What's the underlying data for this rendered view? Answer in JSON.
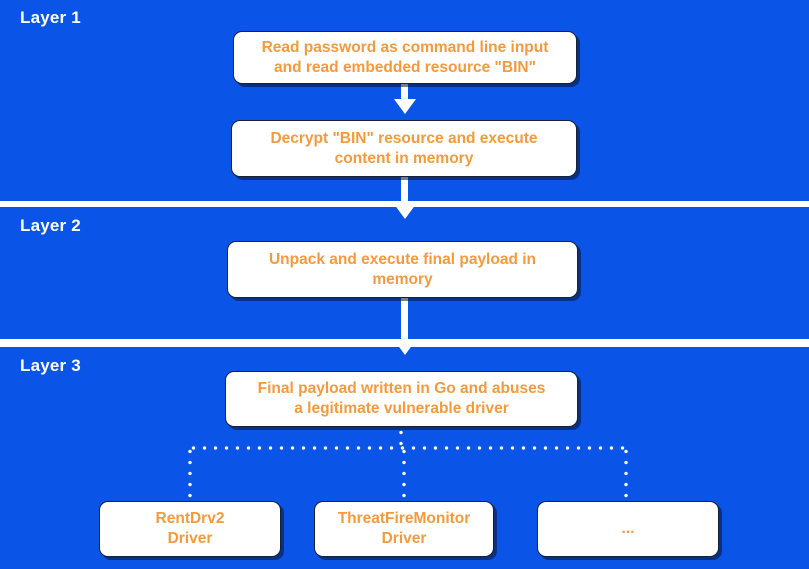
{
  "diagram": {
    "title_color": "#0B54E8",
    "node_text_color": "#F59A3C",
    "connector_color": "#ffffff",
    "layers": [
      {
        "label": "Layer 1"
      },
      {
        "label": "Layer 2"
      },
      {
        "label": "Layer 3"
      }
    ],
    "nodes": {
      "read": "Read password as command line input\nand read embedded resource \"BIN\"",
      "decrypt": "Decrypt \"BIN\" resource and execute\ncontent in memory",
      "unpack": "Unpack and execute final payload in\nmemory",
      "final": "Final payload written in Go and abuses\na legitimate vulnerable driver",
      "rentdrv2": "RentDrv2\nDriver",
      "threatfiremonitor": "ThreatFireMonitor\nDriver",
      "ellipsis": "..."
    },
    "connectors": {
      "arrow1": "arrow-down-icon",
      "arrow2": "arrow-down-icon",
      "arrow3": "arrow-down-icon",
      "branch": "dotted-bracket-connector"
    }
  }
}
